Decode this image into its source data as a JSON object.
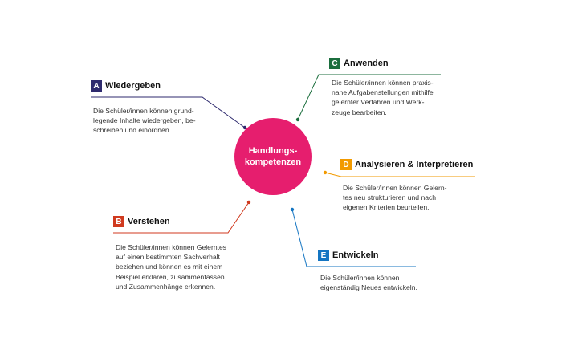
{
  "center": {
    "label_line1": "Handlungs-",
    "label_line2": "kompetenzen",
    "color": "#e61e6e"
  },
  "items": [
    {
      "letter": "A",
      "title": "Wiedergeben",
      "color": "#2e2a6e",
      "text": "Die Schüler/innen können grund-\nlegende Inhalte wiedergeben, be-\nschreiben und einordnen."
    },
    {
      "letter": "B",
      "title": "Verstehen",
      "color": "#d03a1f",
      "text": "Die Schüler/innen können Gelerntes\nauf einen bestimmten Sachverhalt\nbeziehen und können es mit einem\nBeispiel erklären, zusammenfassen\nund Zusammenhänge erkennen."
    },
    {
      "letter": "C",
      "title": "Anwenden",
      "color": "#1b6e3d",
      "text": "Die Schüler/innen können praxis-\nnahe Aufgabenstellungen mithilfe\ngelernter Verfahren und Werk-\nzeuge bearbeiten."
    },
    {
      "letter": "D",
      "title": "Analysieren & Interpretieren",
      "color": "#f29a00",
      "text": "Die Schüler/innen können  Gelern-\ntes neu strukturieren und nach\neigenen Kriterien beurteilen."
    },
    {
      "letter": "E",
      "title": "Entwickeln",
      "color": "#1475c2",
      "text": "Die Schüler/innen können\neigenständig Neues entwickeln."
    }
  ]
}
